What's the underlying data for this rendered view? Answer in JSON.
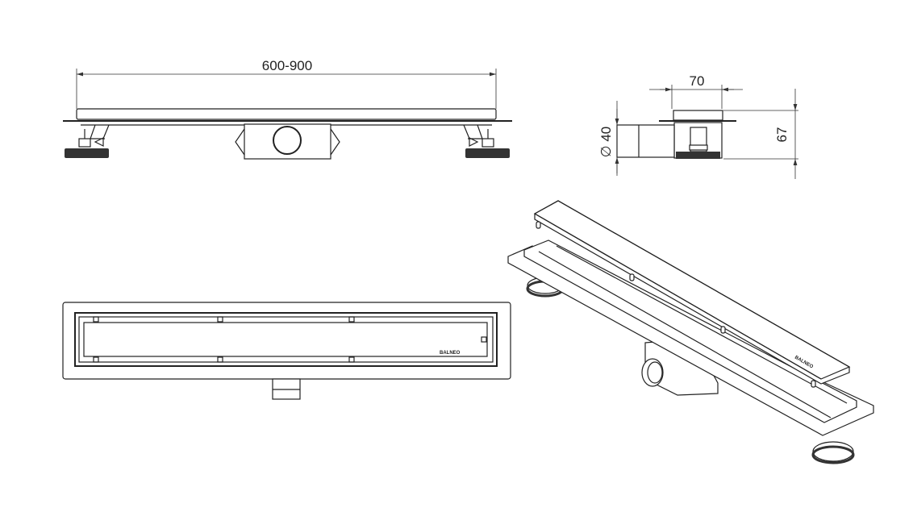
{
  "drawing": {
    "front_view": {
      "length_dimension": "600-900"
    },
    "side_view": {
      "width_dimension": "70",
      "height_dimension": "67",
      "outlet_diameter": "∅ 40"
    },
    "plan_view": {
      "brand_logo": "BALNEO"
    },
    "isometric_view": {
      "brand_logo": "BALNEO"
    },
    "colors": {
      "line": "#222222",
      "arrow_accent": "#b03030"
    }
  }
}
